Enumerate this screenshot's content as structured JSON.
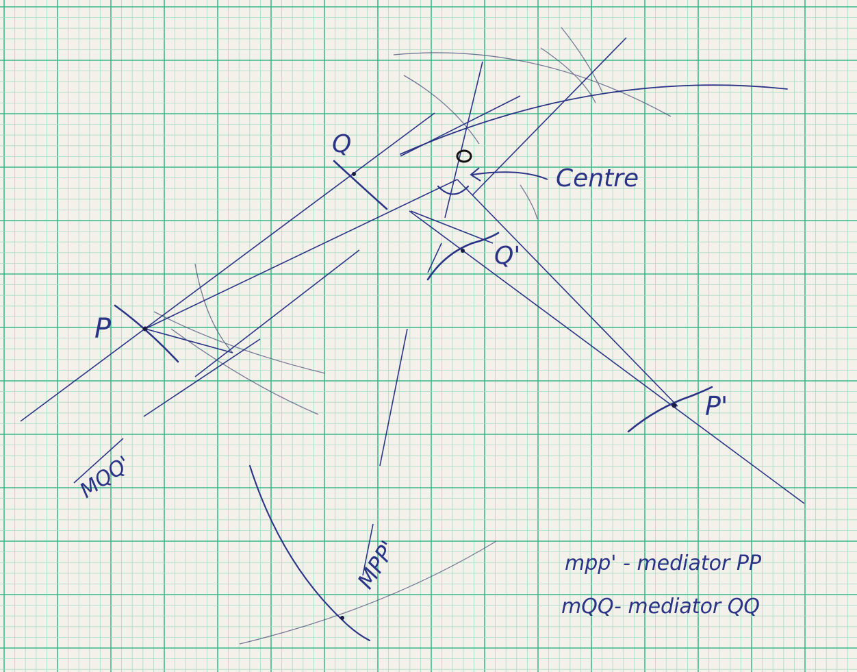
{
  "labels": {
    "P": "P",
    "P_prime": "P'",
    "Q": "Q",
    "Q_prime": "Q'",
    "O": "O",
    "centre": "Centre",
    "m_qq": "MQQ'",
    "m_pp": "MPP'"
  },
  "legend": {
    "line1": "mpp' - mediator PP",
    "line2": "mQQ- mediator QQ"
  },
  "colors": {
    "paper": "#f3f1ea",
    "grid_minor": "#a8dcc4",
    "grid_major": "#3bb98a",
    "ink": "#2a3385",
    "pencil": "#4a4f7a"
  }
}
